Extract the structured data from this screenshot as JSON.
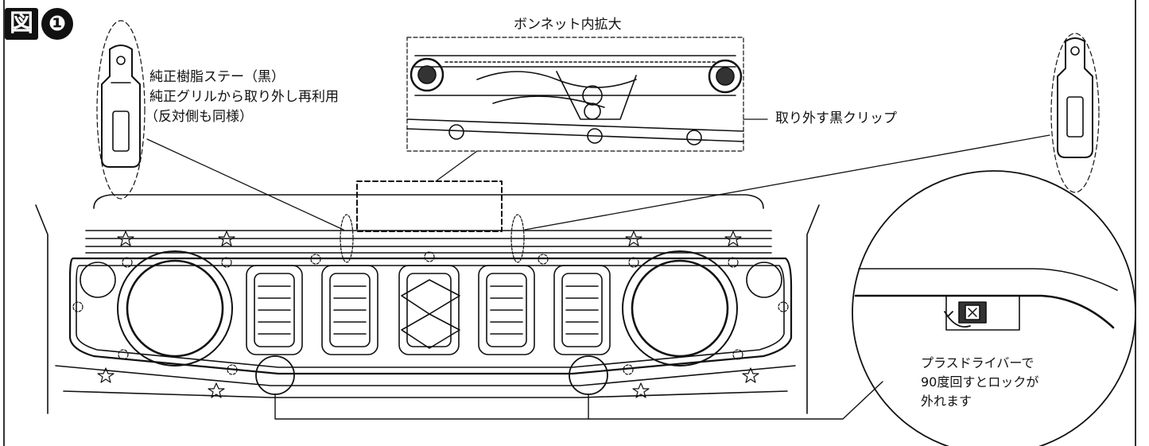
{
  "figure": {
    "kanji": "図",
    "number": "❶"
  },
  "labels": {
    "bonnet_zoom": "ボンネット内拡大",
    "stay_line1": "純正樹脂ステー（黒）",
    "stay_line2": "純正グリルから取り外し再利用",
    "stay_line3": "（反対側も同様）",
    "clip": "取り外す黒クリップ",
    "driver_line1": "プラスドライバーで",
    "driver_line2": "90度回すとロックが",
    "driver_line3": "外れます"
  },
  "colors": {
    "line": "#111111",
    "background": "#ffffff"
  }
}
